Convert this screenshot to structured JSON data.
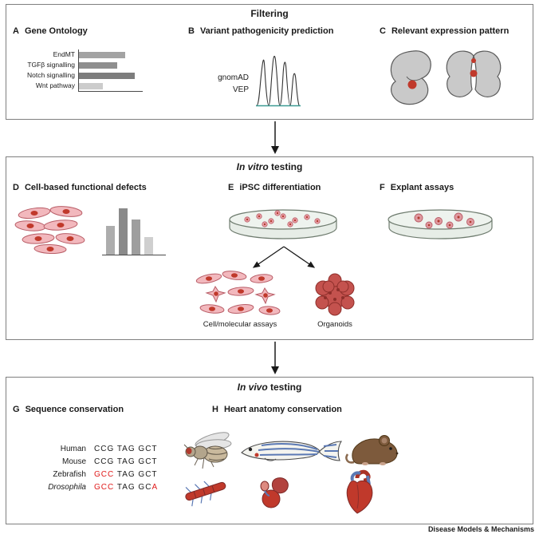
{
  "filtering": {
    "title": "Filtering",
    "a": {
      "letter": "A",
      "title": "Gene Ontology",
      "bars": [
        {
          "label": "EndMT",
          "value": 58,
          "color": "#a3a3a3"
        },
        {
          "label": "TGFβ signalling",
          "value": 48,
          "color": "#8f8f8f"
        },
        {
          "label": "Notch signalling",
          "value": 70,
          "color": "#7d7d7d"
        },
        {
          "label": "Wnt pathway",
          "value": 30,
          "color": "#cccccc"
        }
      ]
    },
    "b": {
      "letter": "B",
      "title": "Variant pathogenicity prediction",
      "tools": [
        "gnomAD",
        "VEP"
      ]
    },
    "c": {
      "letter": "C",
      "title": "Relevant expression pattern"
    }
  },
  "invitro": {
    "title_italic": "In vitro",
    "title_rest": " testing",
    "d": {
      "letter": "D",
      "title": "Cell-based functional defects",
      "bars": [
        {
          "value": 36,
          "color": "#adadad"
        },
        {
          "value": 58,
          "color": "#8a8a8a"
        },
        {
          "value": 44,
          "color": "#9e9e9e"
        },
        {
          "value": 22,
          "color": "#cfcfcf"
        }
      ]
    },
    "e": {
      "letter": "E",
      "title": "iPSC differentiation",
      "caption_left": "Cell/molecular assays",
      "caption_right": "Organoids"
    },
    "f": {
      "letter": "F",
      "title": "Explant assays"
    }
  },
  "invivo": {
    "title_italic": "In vivo",
    "title_rest": " testing",
    "g": {
      "letter": "G",
      "title": "Sequence conservation",
      "highlight_color": "#e01b1b",
      "rows": [
        {
          "species": "Human",
          "italic": false,
          "segments": [
            {
              "text": "CCG TAG GCT",
              "red": false
            }
          ]
        },
        {
          "species": "Mouse",
          "italic": false,
          "segments": [
            {
              "text": "CCG TAG GCT",
              "red": false
            }
          ]
        },
        {
          "species": "Zebrafish",
          "italic": false,
          "segments": [
            {
              "text": "GCC",
              "red": true
            },
            {
              "text": " TAG GCT",
              "red": false
            }
          ]
        },
        {
          "species": "Drosophila",
          "italic": true,
          "segments": [
            {
              "text": "GCC",
              "red": true
            },
            {
              "text": " TAG GC",
              "red": false
            },
            {
              "text": "A",
              "red": true
            }
          ]
        }
      ]
    },
    "h": {
      "letter": "H",
      "title": "Heart anatomy conservation"
    }
  },
  "footer": {
    "credit": "Disease Models & Mechanisms"
  },
  "illustrations": {
    "a": [
      "go-bar-chart"
    ],
    "b": [
      "variant-peaks"
    ],
    "c": [
      "mouse-embryo",
      "embryo-section"
    ],
    "d": [
      "cell-culture",
      "defects-bar-chart"
    ],
    "e": [
      "petri-dish",
      "cell-culture",
      "organoid"
    ],
    "f": [
      "petri-dish-explants"
    ],
    "h": [
      "fruit-fly",
      "zebrafish",
      "mouse",
      "fly-heart",
      "zebrafish-heart",
      "human-heart"
    ]
  }
}
